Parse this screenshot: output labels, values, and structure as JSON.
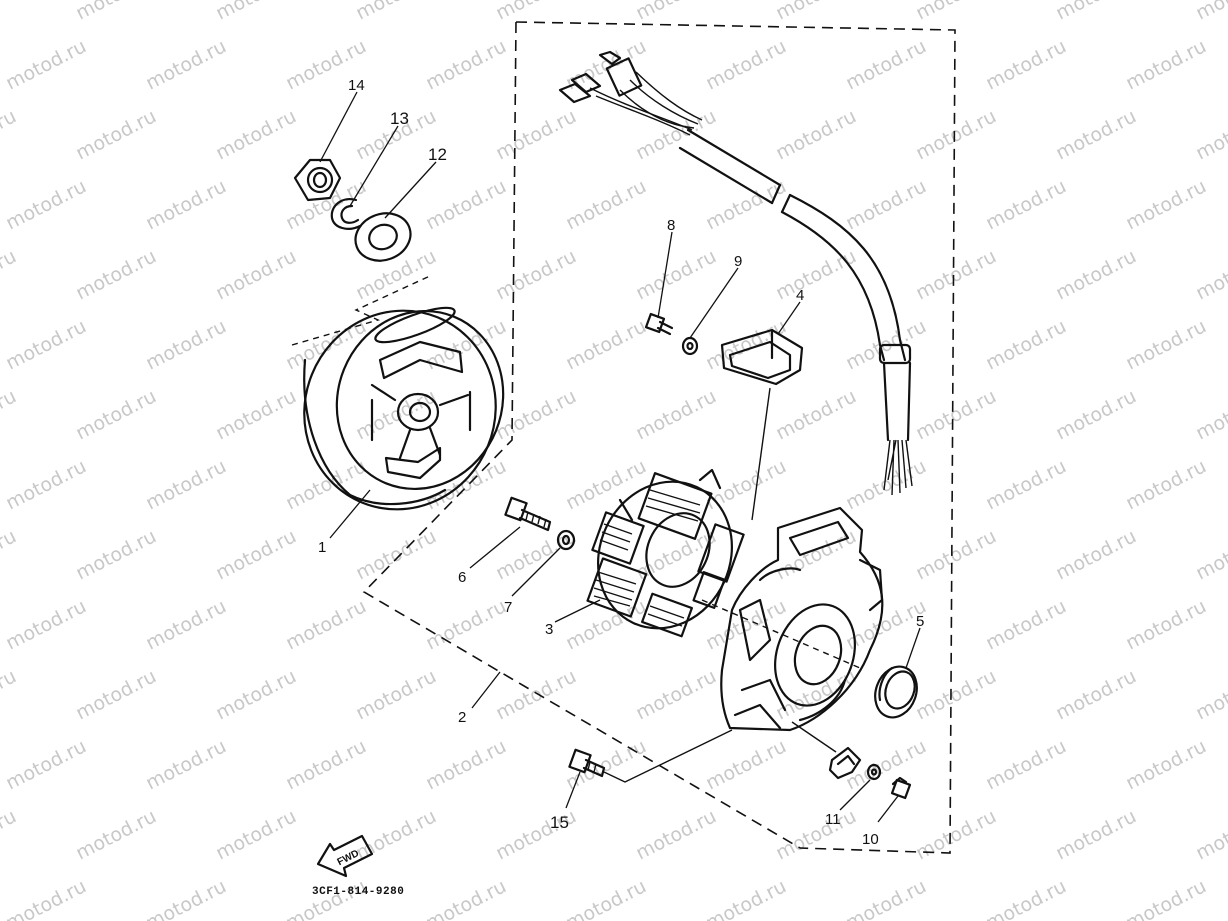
{
  "watermark": "motod.ru",
  "diagram_code": "3CF1-814-9280",
  "direction_marker": "FWD",
  "callouts": [
    {
      "id": "1",
      "label": "1"
    },
    {
      "id": "2",
      "label": "2"
    },
    {
      "id": "3",
      "label": "3"
    },
    {
      "id": "4",
      "label": "4"
    },
    {
      "id": "5",
      "label": "5"
    },
    {
      "id": "6",
      "label": "6"
    },
    {
      "id": "7",
      "label": "7"
    },
    {
      "id": "8",
      "label": "8"
    },
    {
      "id": "9",
      "label": "9"
    },
    {
      "id": "10",
      "label": "10"
    },
    {
      "id": "11",
      "label": "11"
    },
    {
      "id": "12",
      "label": "12"
    },
    {
      "id": "13",
      "label": "13"
    },
    {
      "id": "14",
      "label": "14"
    },
    {
      "id": "15",
      "label": "15"
    }
  ]
}
